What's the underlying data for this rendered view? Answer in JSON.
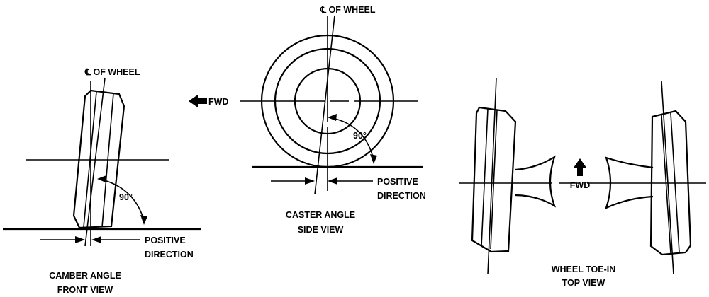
{
  "camber": {
    "cl_label": "℄ OF WHEEL",
    "angle": "90°",
    "direction_1": "POSITIVE",
    "direction_2": "DIRECTION",
    "caption_1": "CAMBER ANGLE",
    "caption_2": "FRONT VIEW"
  },
  "caster": {
    "cl_label": "℄ OF WHEEL",
    "fwd": "FWD",
    "angle": "90°",
    "direction_1": "POSITIVE",
    "direction_2": "DIRECTION",
    "caption_1": "CASTER ANGLE",
    "caption_2": "SIDE VIEW"
  },
  "toe": {
    "fwd": "FWD",
    "caption_1": "WHEEL TOE-IN",
    "caption_2": "TOP VIEW"
  }
}
